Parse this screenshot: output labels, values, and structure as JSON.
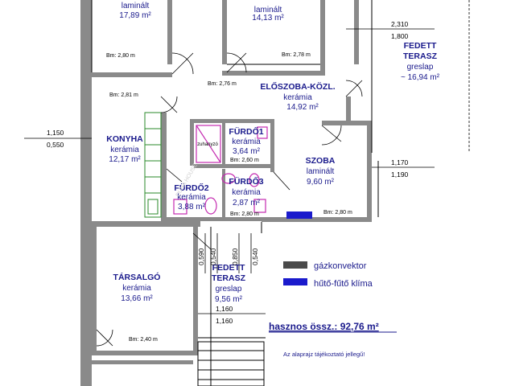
{
  "rooms": {
    "top_left": {
      "material": "laminált",
      "area": "17,89 m²",
      "height": "Bm: 2,80 m"
    },
    "top_middle": {
      "material": "laminált",
      "area": "14,13 m²",
      "height": "Bm: 2,78 m"
    },
    "hallway": {
      "name": "ELŐSZOBA-KÖZL.",
      "material": "kerámia",
      "area": "14,92 m²",
      "height_left": "Bm: 2,76 m"
    },
    "kitchen": {
      "name": "KONYHA",
      "material": "kerámia",
      "area": "12,17 m²",
      "height": "Bm: 2,81 m"
    },
    "bath1": {
      "name": "FÜRDŐ1",
      "material": "kerámia",
      "area": "3,64 m²",
      "height": "Bm: 2,60 m",
      "fixture": "zuhanyzó"
    },
    "bath2": {
      "name": "FÜRDŐ2",
      "material": "kerámia",
      "area": "3,88 m²"
    },
    "bath3": {
      "name": "FÜRDŐ3",
      "material": "kerámia",
      "area": "2,87 m²",
      "height": "Bm: 2,80 m"
    },
    "room": {
      "name": "SZOBA",
      "material": "laminált",
      "area": "9,60 m²",
      "height": "Bm: 2,80 m"
    },
    "lounge": {
      "name": "TÁRSALGÓ",
      "material": "kerámia",
      "area": "13,66 m²",
      "height": "Bm: 2,40 m"
    },
    "covered_terrace_top": {
      "name_line1": "FEDETT",
      "name_line2": "TERASZ",
      "material": "greslap",
      "area": "~ 16,94 m²"
    },
    "covered_terrace_bottom": {
      "name_line1": "FEDETT",
      "name_line2": "TERASZ",
      "material": "greslap",
      "area": "9,56 m²"
    }
  },
  "dimensions": {
    "top_right_upper": "2,310",
    "top_right_lower": "1,800",
    "left_upper": "1,150",
    "left_lower": "0,550",
    "right_mid_upper": "1,170",
    "right_mid_lower": "1,190",
    "bottom_upper": "1,160",
    "bottom_lower": "1,160",
    "vertical": [
      "0,590",
      "0,540",
      "0,850",
      "0,540"
    ]
  },
  "legend": {
    "gas_convector": "gázkonvektor",
    "climate": "hűtő-fűtő klíma",
    "gas_color": "#4a4a4a",
    "climate_color": "#1a1acc"
  },
  "total": "hasznos össz.: 92,76 m²",
  "note": "Az alaprajz tájékoztató jellegű!",
  "watermark": "DUNA HOUSE"
}
